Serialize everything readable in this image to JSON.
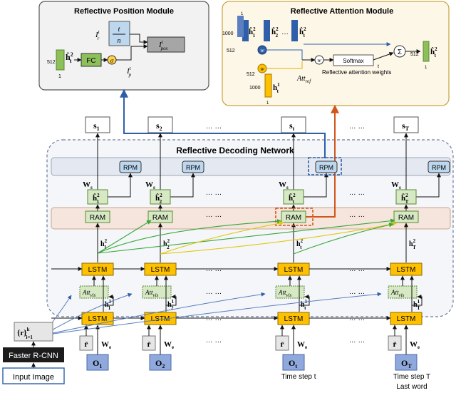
{
  "rpm_module": {
    "title": "Reflective Position Module",
    "fc": "FC",
    "hadamard": "⊙"
  },
  "ram_module": {
    "title": "Reflective Attention Module",
    "softmax": "Softmax",
    "weights_caption": "Reflective attention weights",
    "sum": "Σ",
    "w": "w",
    "t": "t",
    "dims": {
      "d1000a": "1000",
      "d512a": "512",
      "d512b": "512",
      "d1000b": "1000",
      "d1": "1",
      "d512c": "512",
      "d1c": "1",
      "d1b": "1"
    },
    "ellipsis": "…"
  },
  "network": {
    "title": "Reflective Decoding Network",
    "s_labels": [
      "s",
      "s",
      "s",
      "s"
    ],
    "s_subs": [
      "1",
      "2",
      "t",
      "T"
    ],
    "rpm": "RPM",
    "ram": "RAM",
    "lstm": "LSTM",
    "ws": [
      "W",
      "W",
      "W",
      "W"
    ],
    "ws_sub": "s",
    "we": "W",
    "we_sub": "e",
    "rbar": "r̄",
    "o_labels": [
      "O",
      "O",
      "O",
      "O"
    ],
    "o_subs": [
      "1",
      "2",
      "t",
      "T"
    ],
    "dots": "… …",
    "captions": {
      "step_t": "Time step t",
      "step_T": "Time step T",
      "last_word": "Last word"
    }
  },
  "inputs": {
    "regions": "{r}",
    "regions_sup": "k",
    "regions_sub": "i=1",
    "faster": "Faster R-CNN",
    "image": "Input Image"
  },
  "colors": {
    "lstm": "#FFC000",
    "ram_bg": "#F5E5DC",
    "rpm_bg": "#E4E9F1",
    "green_box": "#D6E8C4",
    "o_box": "#8FA9DC",
    "blue_line": "#2E5FA8",
    "orange_line": "#D0561A",
    "green_line": "#3AA63A",
    "yellow_line": "#E8D51A"
  }
}
